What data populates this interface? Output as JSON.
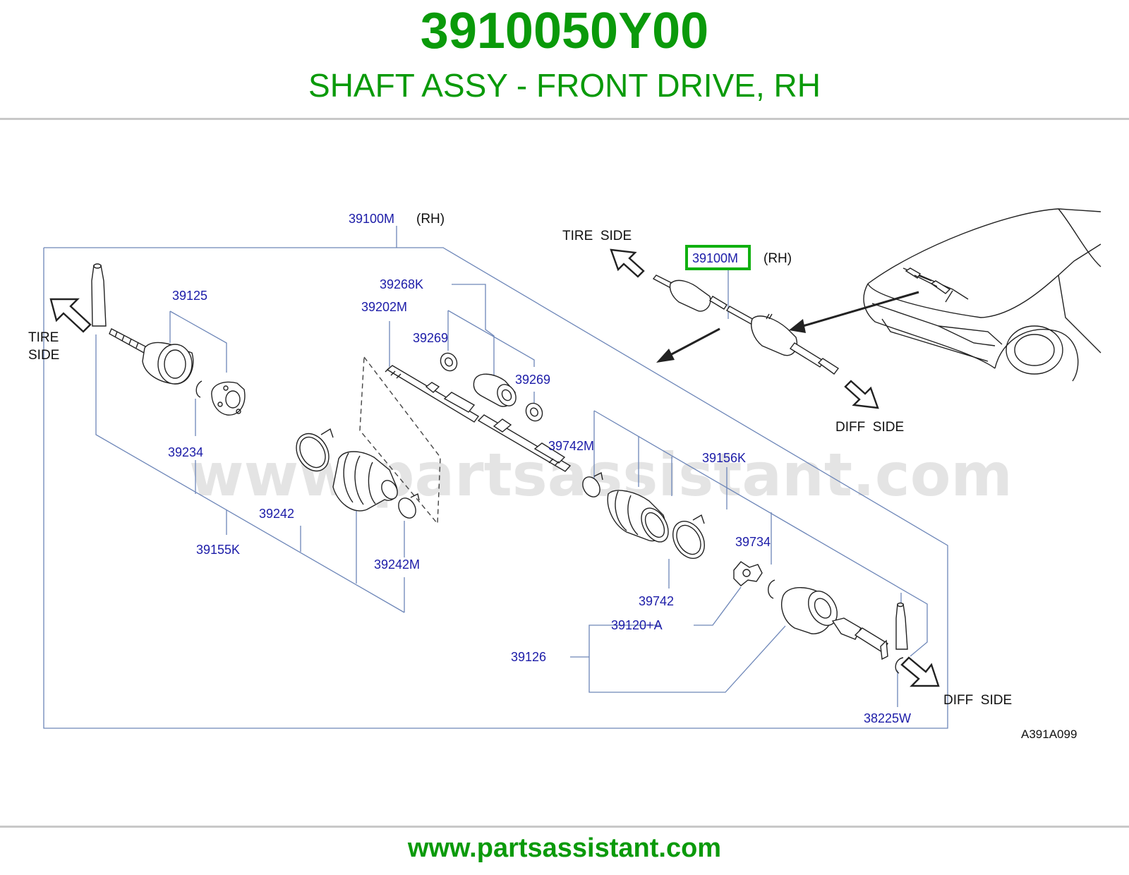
{
  "header": {
    "part_number": "3910050Y00",
    "description": "SHAFT ASSY - FRONT DRIVE, RH"
  },
  "footer": {
    "url": "www.partsassistant.com"
  },
  "watermark": "www.partsassistant.com",
  "diagram_code": "A391A099",
  "highlight_color": "#10b010",
  "brand_color": "#0a9a0a",
  "callouts": {
    "assy": "39100M",
    "assy_side": "(RH)",
    "inset_assy": "39100M",
    "inset_side": "(RH)",
    "p39125": "39125",
    "p39234": "39234",
    "p39268k": "39268K",
    "p39202m": "39202M",
    "p39269a": "39269",
    "p39269b": "39269",
    "p39742m": "39742M",
    "p39156k": "39156K",
    "p39242": "39242",
    "p39155k": "39155K",
    "p39242m": "39242M",
    "p39734": "39734",
    "p39742": "39742",
    "p39120a": "39120+A",
    "p39126": "39126",
    "p38225w": "38225W"
  },
  "directions": {
    "tire_side_left_1": "TIRE",
    "tire_side_left_2": "SIDE",
    "tire_side_inset": "TIRE  SIDE",
    "diff_side_inset": "DIFF  SIDE",
    "diff_side_main": "DIFF  SIDE"
  }
}
